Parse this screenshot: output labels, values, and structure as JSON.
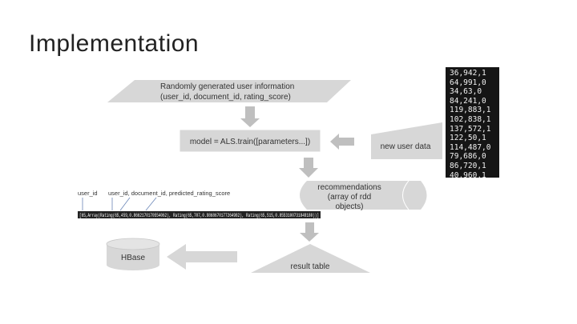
{
  "slide": {
    "title": "Implementation"
  },
  "diagram": {
    "input_box": {
      "line1": "Randomly generated user information",
      "line2": "(user_id, document_id, rating_score)"
    },
    "model_box": {
      "label": "model = ALS.train([parameters...])"
    },
    "new_user_box": {
      "label": "new user data"
    },
    "recommendations_box": {
      "line1": "recommendations",
      "line2": "(array of rdd",
      "line3": "objects)"
    },
    "result_box": {
      "label": "result table"
    },
    "hbase_box": {
      "label": "HBase"
    },
    "annotations": {
      "user_id": "user_id",
      "fields": "user_id, document_id, predicted_rating_score"
    },
    "code_line": "[65,Array(Rating(65,459,0.8662170170554062), Rating(65,707,0.9868670177264982), Rating(65,515,0.8553100731849180))]"
  },
  "data_panel": {
    "lines": [
      "36,942,1",
      "64,991,0",
      "34,63,0",
      "84,241,0",
      "119,883,1",
      "102,838,1",
      "137,572,1",
      "122,50,1",
      "114,487,0",
      "79,686,0",
      "86,720,1",
      "40,960,1"
    ]
  },
  "colors": {
    "shape_fill": "#d7d7d7",
    "arrow_fill": "#bfbfbf",
    "panel_bg": "#151515",
    "text": "#333333"
  }
}
